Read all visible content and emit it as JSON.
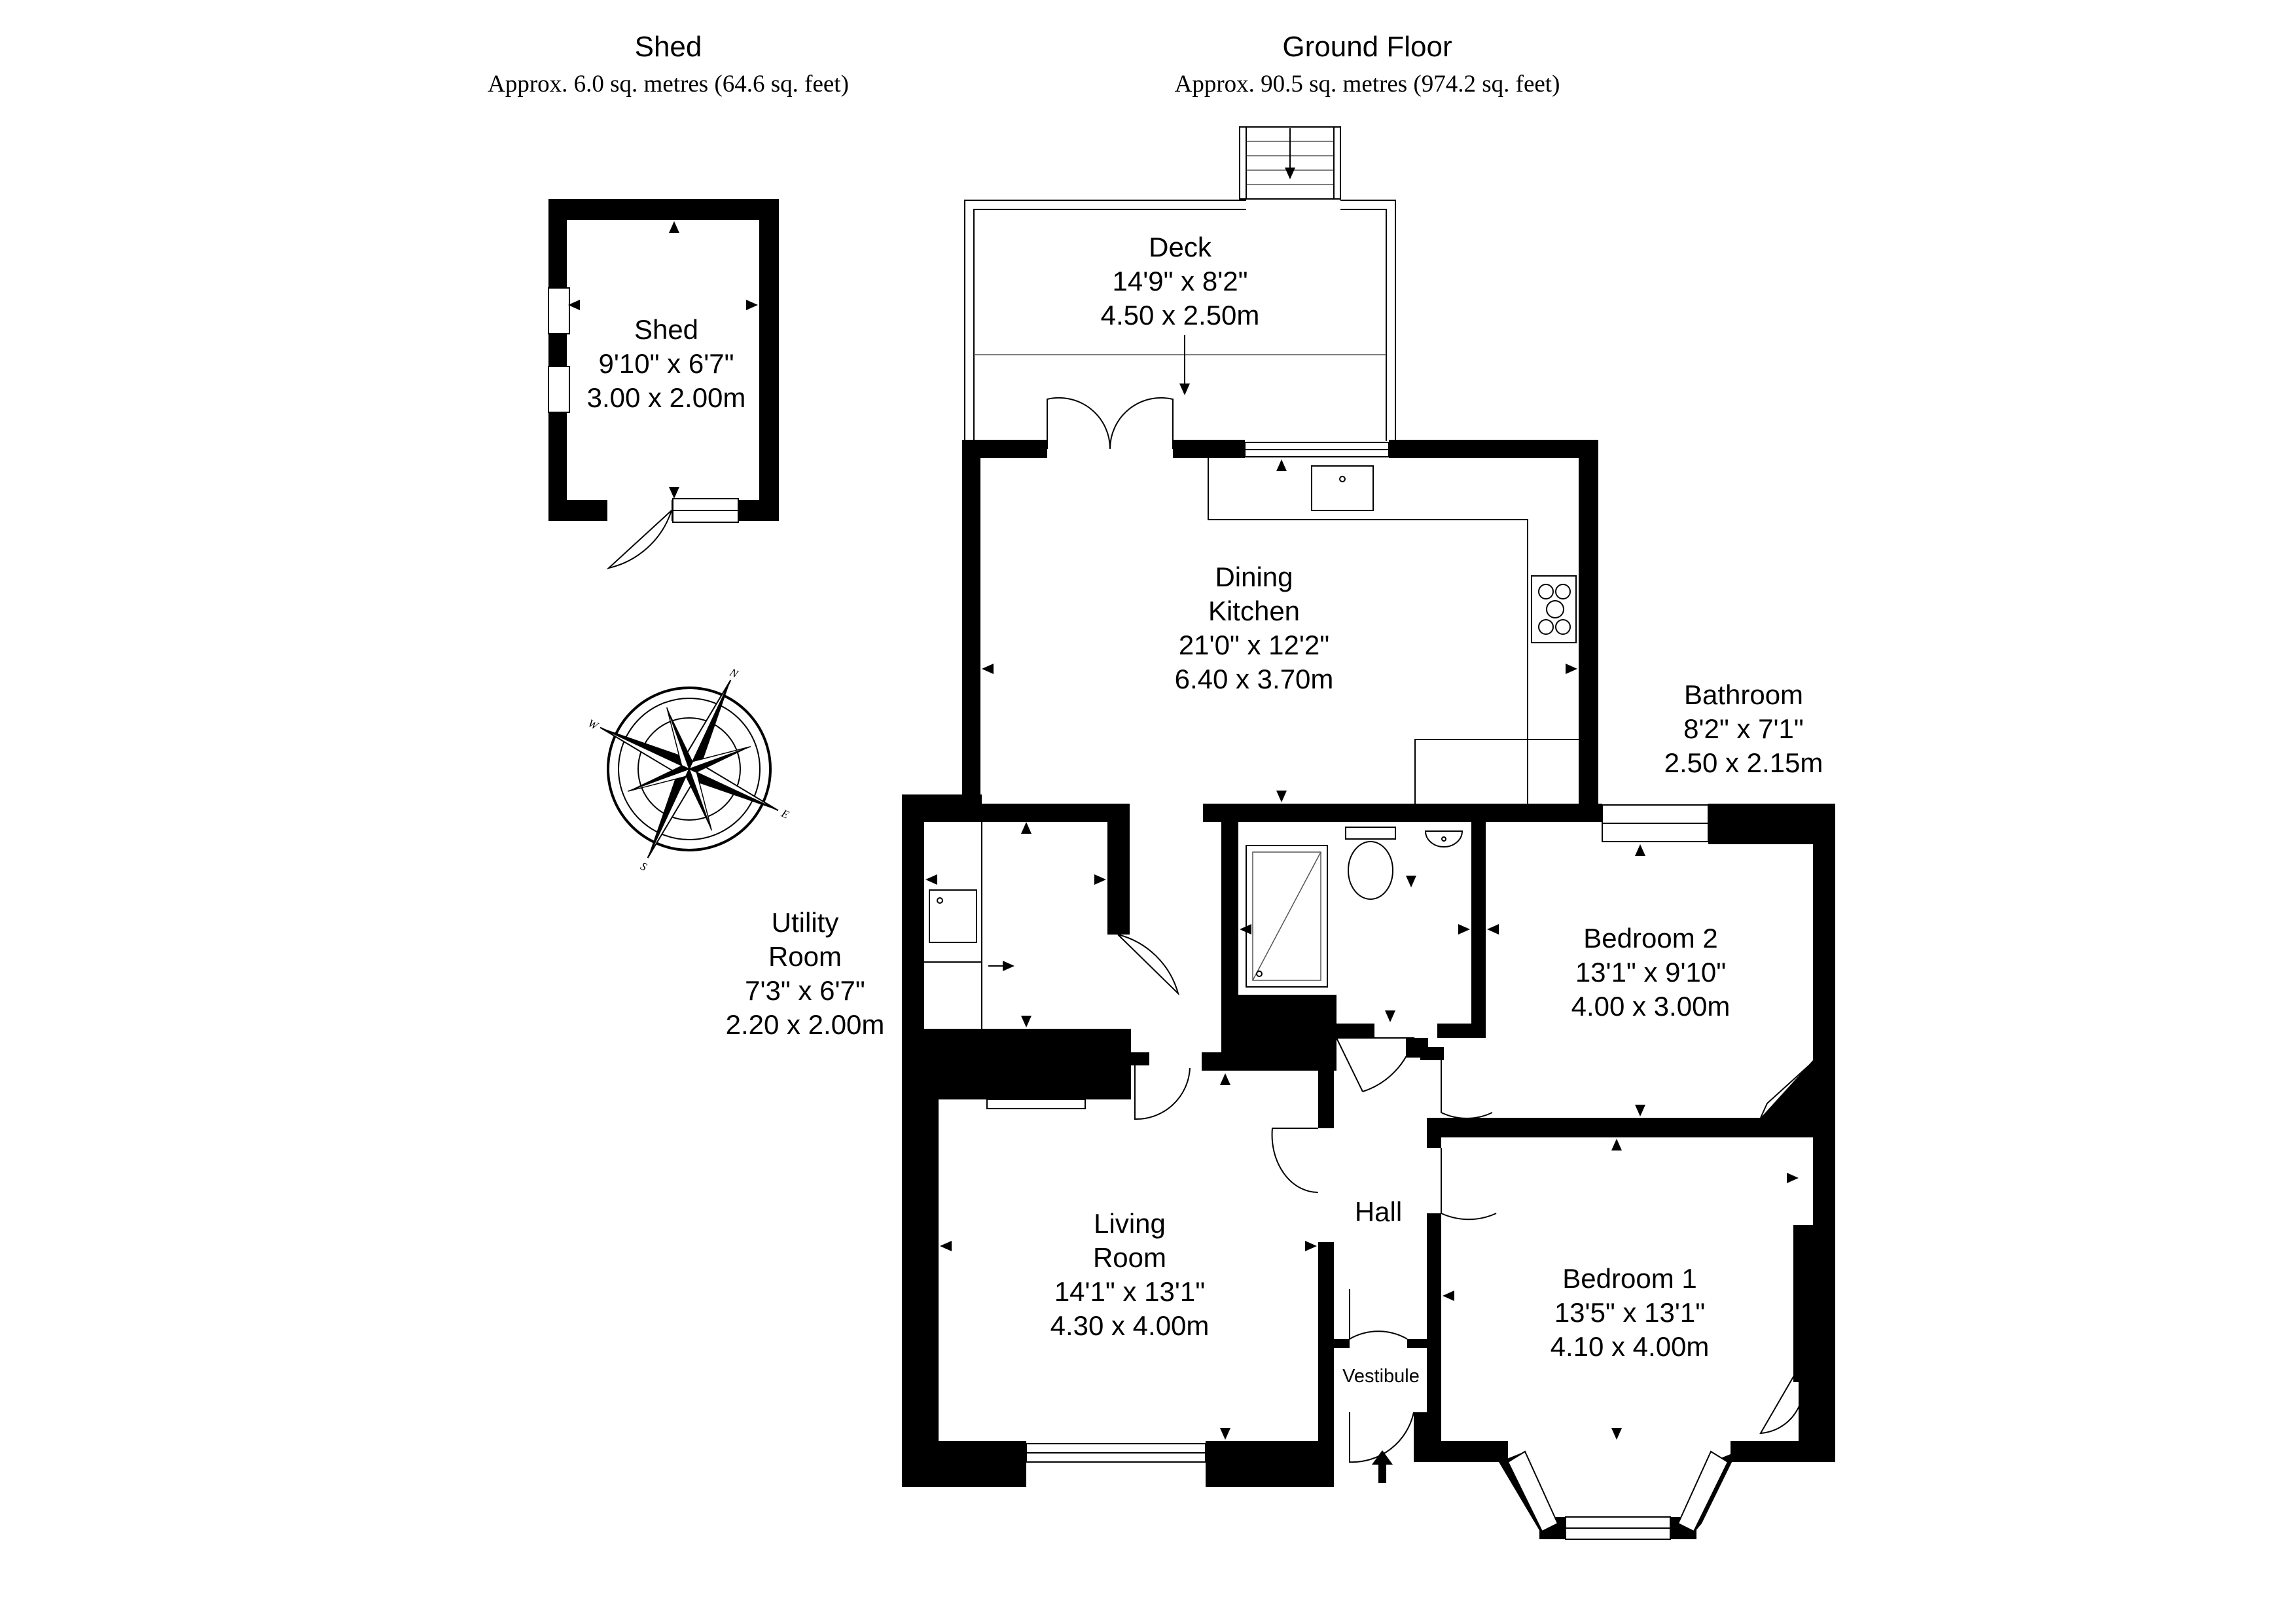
{
  "header": {
    "shed_title": "Shed",
    "shed_area": "Approx. 6.0 sq. metres (64.6 sq. feet)",
    "ground_title": "Ground Floor",
    "ground_area": "Approx. 90.5 sq. metres (974.2 sq. feet)"
  },
  "rooms": {
    "shed": {
      "name": "Shed",
      "imperial": "9'10\" x 6'7\"",
      "metric": "3.00 x 2.00m"
    },
    "deck": {
      "name": "Deck",
      "imperial": "14'9\" x 8'2\"",
      "metric": "4.50 x 2.50m"
    },
    "dining": {
      "name_line1": "Dining",
      "name_line2": "Kitchen",
      "imperial": "21'0\" x 12'2\"",
      "metric": "6.40 x 3.70m"
    },
    "bathroom": {
      "name": "Bathroom",
      "imperial": "8'2\" x 7'1\"",
      "metric": "2.50 x 2.15m"
    },
    "utility": {
      "name_line1": "Utility",
      "name_line2": "Room",
      "imperial": "7'3\" x 6'7\"",
      "metric": "2.20 x 2.00m"
    },
    "bedroom2": {
      "name": "Bedroom 2",
      "imperial": "13'1\" x 9'10\"",
      "metric": "4.00 x 3.00m"
    },
    "living": {
      "name_line1": "Living",
      "name_line2": "Room",
      "imperial": "14'1\" x 13'1\"",
      "metric": "4.30 x 4.00m"
    },
    "hall": {
      "name": "Hall"
    },
    "bedroom1": {
      "name": "Bedroom 1",
      "imperial": "13'5\" x 13'1\"",
      "metric": "4.10 x 4.00m"
    },
    "vestibule": {
      "name": "Vestibule"
    }
  },
  "compass": {
    "n": "N",
    "e": "E",
    "s": "S",
    "w": "W",
    "icon": "compass-rose-icon"
  }
}
